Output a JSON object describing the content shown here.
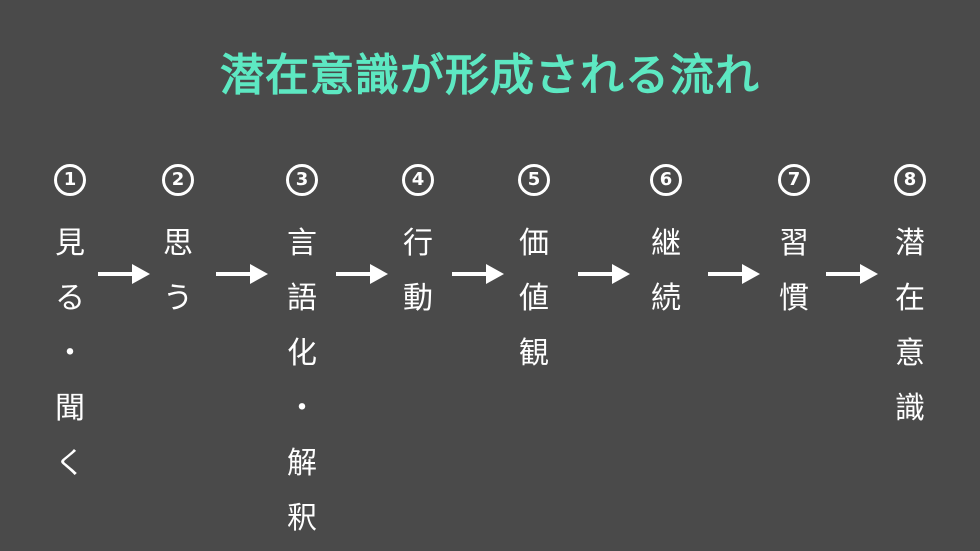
{
  "title": "潜在意識が形成される流れ",
  "colors": {
    "background": "#4a4a4a",
    "title": "#5de8c2",
    "text": "#ffffff"
  },
  "steps": [
    {
      "number": "1",
      "chars": [
        "見",
        "る",
        "・",
        "聞",
        "く"
      ]
    },
    {
      "number": "2",
      "chars": [
        "思",
        "う"
      ]
    },
    {
      "number": "3",
      "chars": [
        "言",
        "語",
        "化",
        "・",
        "解",
        "釈"
      ]
    },
    {
      "number": "4",
      "chars": [
        "行",
        "動"
      ]
    },
    {
      "number": "5",
      "chars": [
        "価",
        "値",
        "観"
      ]
    },
    {
      "number": "6",
      "chars": [
        "継",
        "続"
      ]
    },
    {
      "number": "7",
      "chars": [
        "習",
        "慣"
      ]
    },
    {
      "number": "8",
      "chars": [
        "潜",
        "在",
        "意",
        "識"
      ]
    }
  ]
}
